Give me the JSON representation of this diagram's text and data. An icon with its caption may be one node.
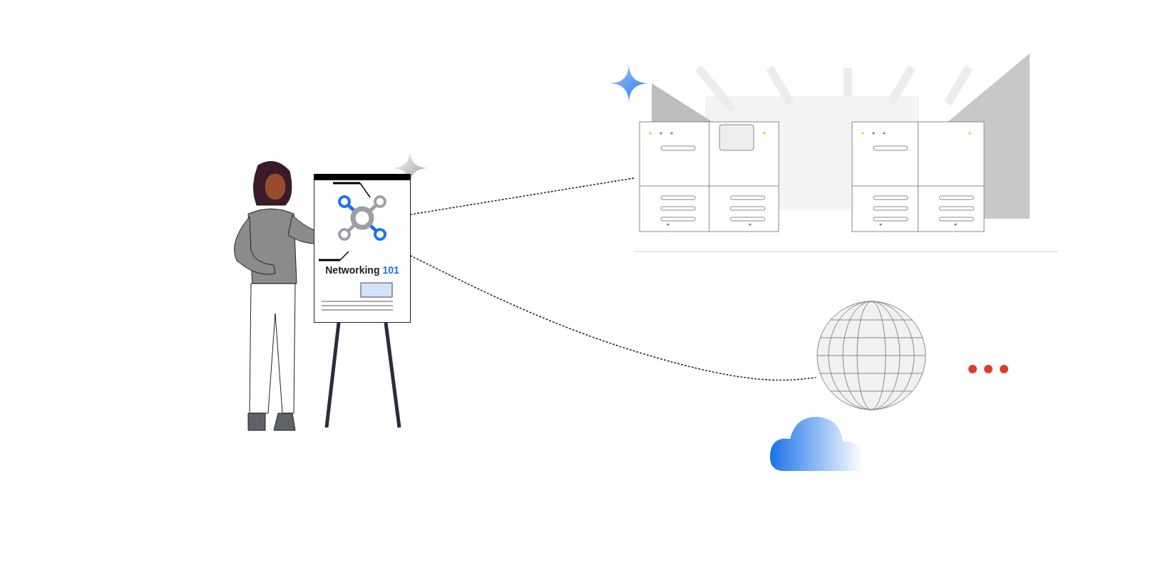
{
  "diagram": {
    "nodes": [
      {
        "text": [
          "Networking 101"
        ]
      },
      {
        "text": [],
        "shape": "picture"
      },
      {
        "text": [],
        "shape": "picture"
      }
    ],
    "edges": [
      {
        "from": 0,
        "to": 1,
        "arrow": "none",
        "style": "dashed"
      },
      {
        "from": 0,
        "to": 2,
        "arrow": "none",
        "style": "dashed"
      }
    ]
  }
}
